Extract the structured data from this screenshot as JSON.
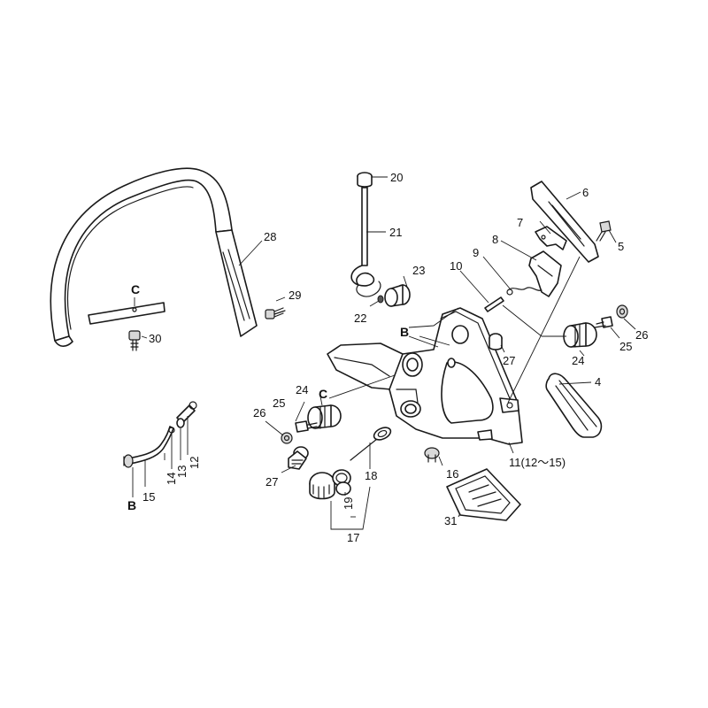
{
  "callouts": {
    "c4": "4",
    "c5": "5",
    "c6": "6",
    "c7": "7",
    "c8": "8",
    "c9": "9",
    "c10": "10",
    "c11": "11(12～15)",
    "c12": "12",
    "c13": "13",
    "c14": "14",
    "c15": "15",
    "c16": "16",
    "c17": "17",
    "c18": "18",
    "c19": "19",
    "c20": "20",
    "c21": "21",
    "c22": "22",
    "c23": "23",
    "c24a": "24",
    "c24b": "24",
    "c25a": "25",
    "c25b": "25",
    "c26a": "26",
    "c26b": "26",
    "c27a": "27",
    "c27b": "27",
    "c28": "28",
    "c29": "29",
    "c30": "30",
    "c31": "31"
  },
  "refs": {
    "b_top": "B",
    "b_bottom": "B",
    "c_handle": "C",
    "c_body": "C"
  }
}
